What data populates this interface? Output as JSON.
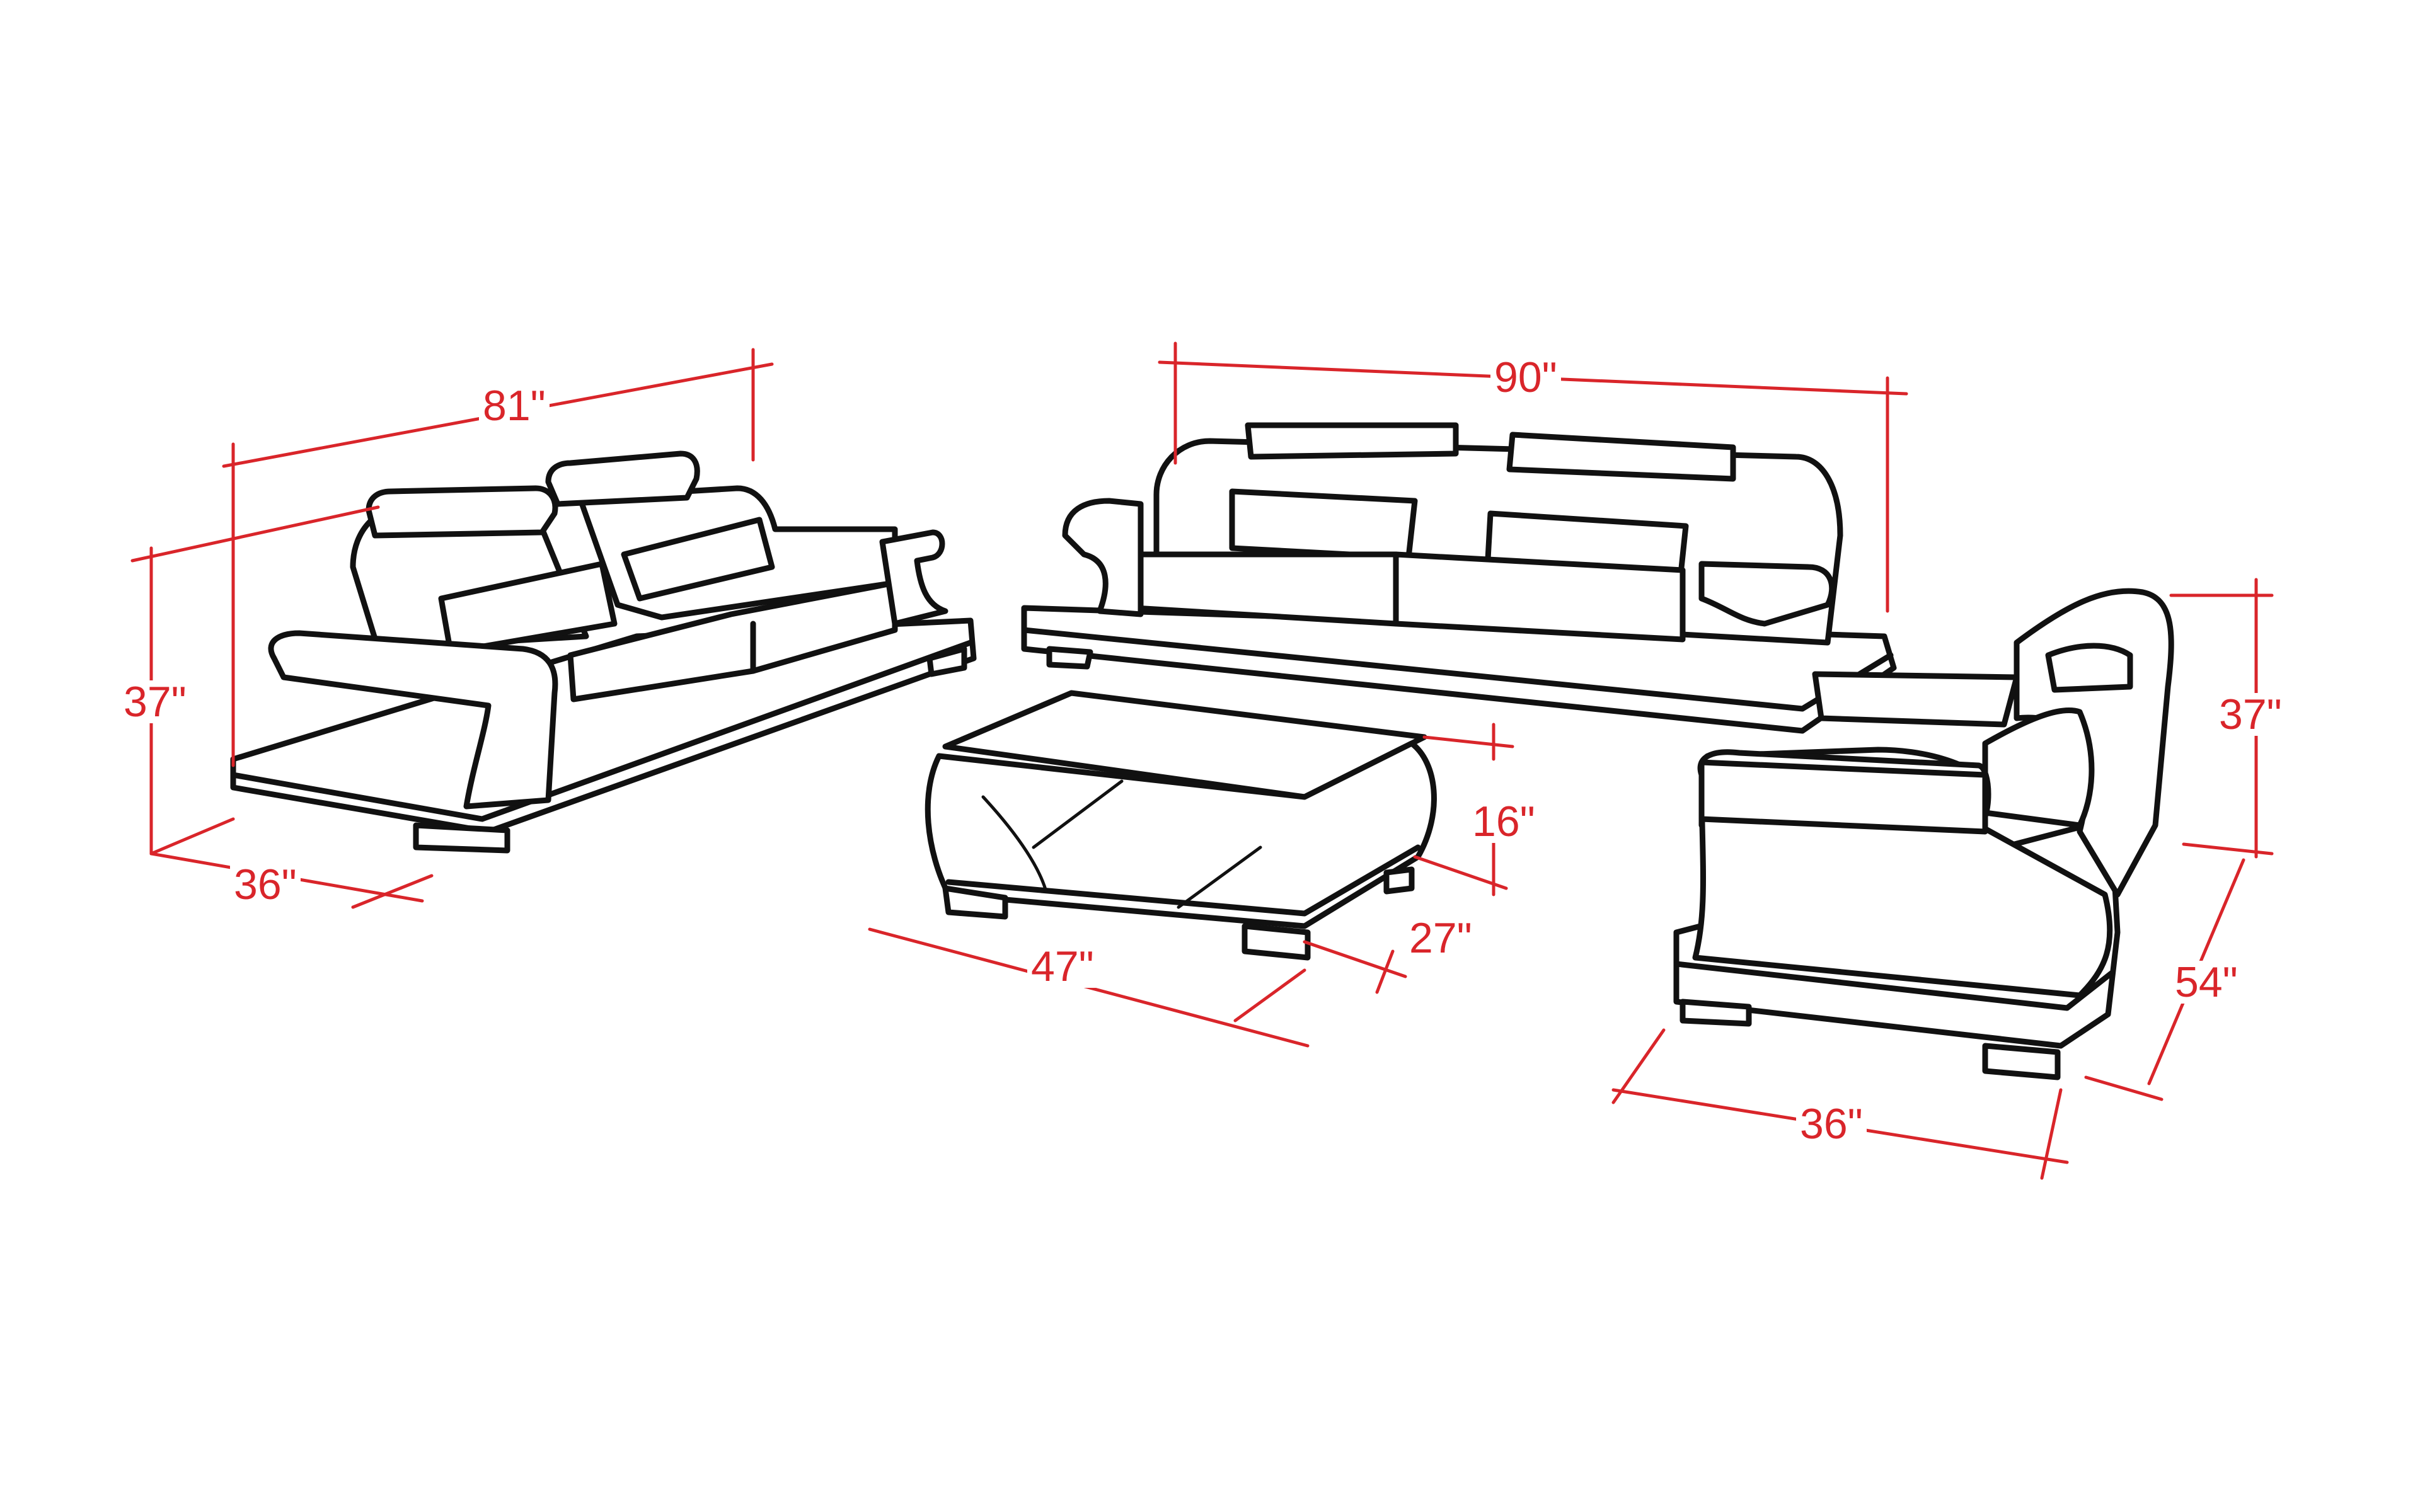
{
  "diagram": {
    "type": "furniture-dimension-diagram",
    "colors": {
      "line": "#111111",
      "dimension": "#d9252a",
      "background": "#ffffff"
    },
    "items": [
      {
        "name": "loveseat",
        "width": "81\"",
        "height": "37\"",
        "depth": "36\""
      },
      {
        "name": "sofa",
        "width": "90\""
      },
      {
        "name": "coffee-table",
        "width": "47\"",
        "depth": "27\"",
        "height": "16\""
      },
      {
        "name": "chair",
        "width": "36\"",
        "height": "37\"",
        "depth": "54\""
      }
    ]
  },
  "labels": {
    "loveseat_width": "81\"",
    "loveseat_height": "37\"",
    "loveseat_depth": "36\"",
    "sofa_width": "90\"",
    "table_height": "16\"",
    "table_depth": "27\"",
    "table_width": "47\"",
    "chair_height": "37\"",
    "chair_depth": "54\"",
    "chair_width": "36\""
  }
}
